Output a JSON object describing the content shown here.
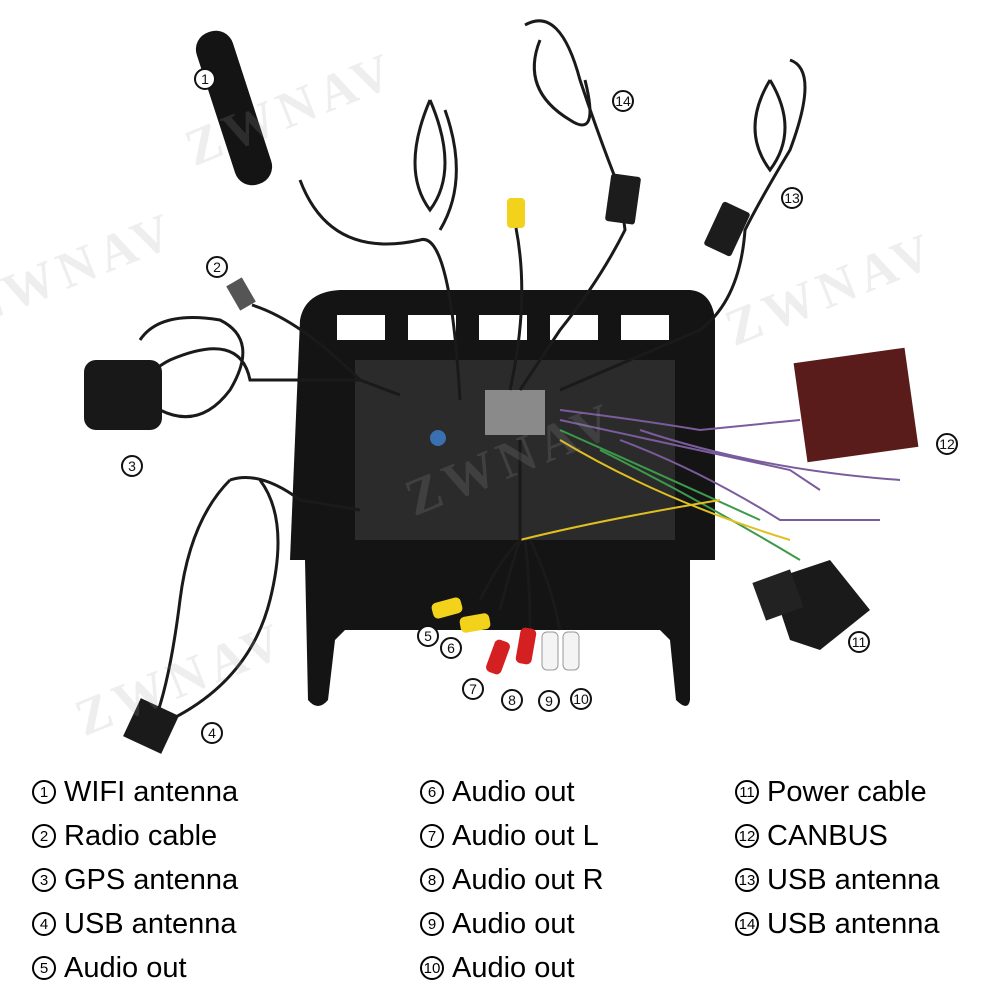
{
  "watermark": "ZWNAV",
  "callouts": [
    {
      "num": "1"
    },
    {
      "num": "2"
    },
    {
      "num": "3"
    },
    {
      "num": "4"
    },
    {
      "num": "5"
    },
    {
      "num": "6"
    },
    {
      "num": "7"
    },
    {
      "num": "8"
    },
    {
      "num": "9"
    },
    {
      "num": "10"
    },
    {
      "num": "11"
    },
    {
      "num": "12"
    },
    {
      "num": "13"
    },
    {
      "num": "14"
    }
  ],
  "legend": {
    "col1": [
      {
        "num": "1",
        "label": "WIFI antenna"
      },
      {
        "num": "2",
        "label": "Radio cable"
      },
      {
        "num": "3",
        "label": "GPS antenna"
      },
      {
        "num": "4",
        "label": "USB antenna"
      },
      {
        "num": "5",
        "label": "Audio out"
      }
    ],
    "col2": [
      {
        "num": "6",
        "label": "Audio out"
      },
      {
        "num": "7",
        "label": "Audio out L"
      },
      {
        "num": "8",
        "label": "Audio out R"
      },
      {
        "num": "9",
        "label": "Audio out"
      },
      {
        "num": "10",
        "label": "Audio out"
      }
    ],
    "col3": [
      {
        "num": "11",
        "label": "Power cable"
      },
      {
        "num": "12",
        "label": "CANBUS"
      },
      {
        "num": "13",
        "label": "USB antenna"
      },
      {
        "num": "14",
        "label": "USB antenna"
      }
    ]
  },
  "colors": {
    "cable": "#1a1a1a",
    "frame": "#141414",
    "rca_yellow": "#f2d21a",
    "rca_red": "#d42020",
    "rca_white": "#f4f4f4",
    "canbus_box": "#5a1c1a"
  }
}
